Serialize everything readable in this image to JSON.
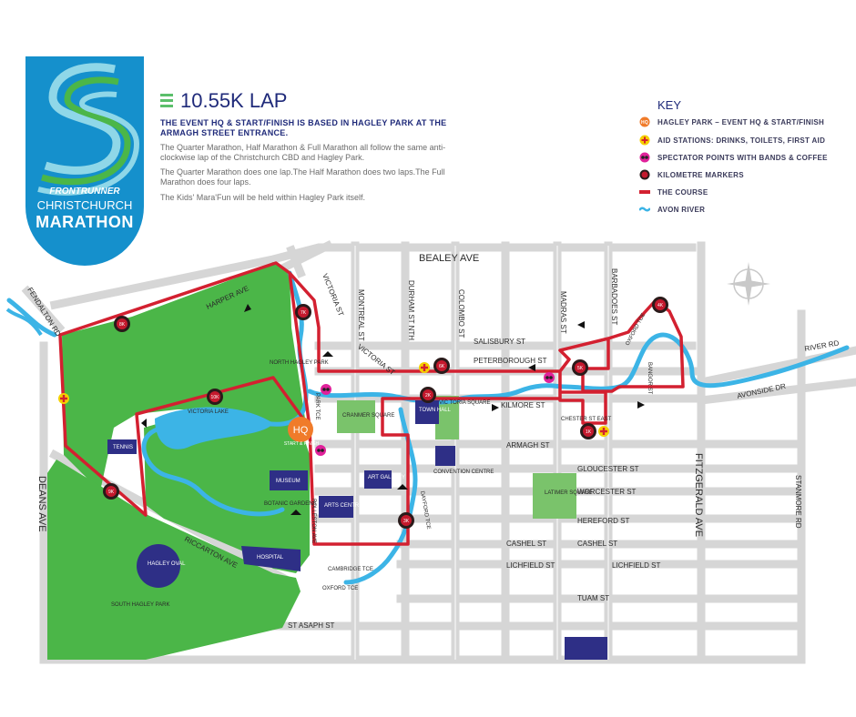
{
  "logo": {
    "brand": "FRONTRUNNER",
    "line1": "CHRISTCHURCH",
    "line2": "MARATHON",
    "bg_color": "#1590cc",
    "stripe_colors": [
      "#8fd7e8",
      "#4bb648"
    ]
  },
  "header": {
    "title": "10.55K LAP",
    "headline": "THE EVENT HQ & START/FINISH IS BASED IN HAGLEY PARK AT THE ARMAGH STREET ENTRANCE.",
    "paragraphs": [
      "The Quarter Marathon, Half Marathon & Full Marathon all follow the same anti-clockwise lap of the Christchurch CBD and Hagley Park.",
      "The Quarter Marathon does one lap.The Half Marathon does two laps.The Full Marathon does four laps.",
      "The Kids' Mara'Fun will be held within Hagley Park itself."
    ]
  },
  "key": {
    "title": "KEY",
    "items": [
      {
        "label": "HAGLEY PARK – EVENT HQ & START/FINISH",
        "icon": "hq-icon",
        "color": "#f07b2a",
        "glyph": "HQ"
      },
      {
        "label": "AID STATIONS: DRINKS, TOILETS, FIRST AID",
        "icon": "aid-station-icon",
        "color": "#f5d000"
      },
      {
        "label": "SPECTATOR POINTS WITH BANDS & COFFEE",
        "icon": "spectator-icon",
        "color": "#e0219a"
      },
      {
        "label": "KILOMETRE MARKERS",
        "icon": "km-marker-icon",
        "color": "#c4192d"
      },
      {
        "label": "THE COURSE",
        "icon": "course-line-icon",
        "color": "#d32030"
      },
      {
        "label": "AVON RIVER",
        "icon": "river-icon",
        "color": "#3cb4e6"
      }
    ]
  },
  "map": {
    "colors": {
      "road": "#d6d6d6",
      "park": "#4bb648",
      "park_light": "#7ac36b",
      "river": "#3cb4e6",
      "building": "#2e2f86",
      "course": "#d32030",
      "marker": "#2a1a1a",
      "hq": "#f07b2a"
    },
    "hq": {
      "label": "HQ",
      "sublabel": "START & FINISH"
    },
    "km_markers": [
      "1K",
      "2K",
      "3K",
      "4K",
      "5K",
      "6K",
      "7K",
      "8K",
      "9K",
      "10K"
    ],
    "roads": {
      "bealey": "BEALEY AVE",
      "victoria": "VICTORIA ST",
      "montreal": "MONTREAL ST",
      "durham": "DURHAM ST NTH",
      "colombo": "COLOMBO ST",
      "madras": "MADRAS ST",
      "barbadoes": "BARBADOES ST",
      "salisbury": "SALISBURY ST",
      "peterborough": "PETERBOROUGH ST",
      "kilmore": "KILMORE ST",
      "chester": "CHESTER ST EAST",
      "armagh": "ARMAGH ST",
      "gloucester": "GLOUCESTER ST",
      "worcester": "WORCESTER ST",
      "hereford": "HEREFORD ST",
      "cashel_w": "CASHEL ST",
      "cashel_e": "CASHEL ST",
      "lichfield_w": "LICHFIELD ST",
      "lichfield_e": "LICHFIELD ST",
      "tuam": "TUAM ST",
      "st_asaph": "ST ASAPH ST",
      "fitzgerald": "FITZGERALD AVE",
      "stanmore": "STANMORE RD",
      "river_rd": "RIVER RD",
      "avonside": "AVONSIDE DR",
      "oxford_tce_ne": "OXFORD TCE",
      "bangor": "BANGOR ST",
      "harper": "HARPER AVE",
      "fendalton": "FENDALTON RD",
      "deans": "DEANS AVE",
      "riccarton": "RICCARTON AVE",
      "park_tce": "PARK TCE",
      "rolleston": "ROLLESTON AVE",
      "cambridge": "CAMBRIDGE TCE",
      "oxford_tce": "OXFORD TCE",
      "salisbury2": "DAYFORD TCE"
    },
    "places": {
      "north_hagley": "NORTH HAGLEY PARK",
      "victoria_lake": "VICTORIA LAKE",
      "tennis": "TENNIS",
      "museum": "MUSEUM",
      "botanic": "BOTANIC GARDENS",
      "hospital": "HOSPITAL",
      "hagley_oval": "HAGLEY OVAL",
      "south_hagley": "SOUTH HAGLEY PARK",
      "cranmer": "CRANMER SQUARE",
      "art_gallery": "ART GALLERY",
      "arts_centre": "ARTS CENTRE",
      "town_hall": "TOWN HALL",
      "victoria_square": "VIC TORIA SQUARE",
      "latimer": "LATIMER SQUARE",
      "convention": "CONVENTION CENTRE"
    }
  }
}
